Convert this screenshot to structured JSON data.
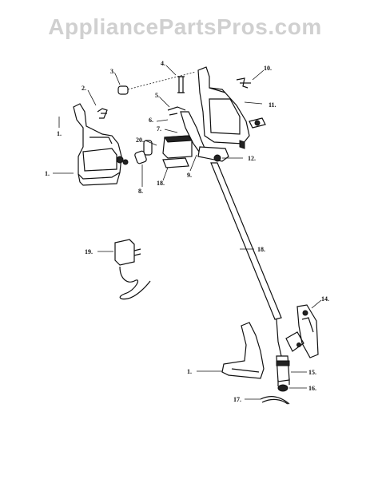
{
  "watermark": "AppliancePartsPros.com",
  "callouts": {
    "c1a": "1.",
    "c1b": "1.",
    "c1c": "1.",
    "c2": "2.",
    "c3": "3.",
    "c4": "4.",
    "c5": "5.",
    "c6": "6.",
    "c7": "7.",
    "c8": "8.",
    "c9": "9.",
    "c10": "10.",
    "c11": "11.",
    "c12": "12.",
    "c14": "14.",
    "c15": "15.",
    "c16": "16.",
    "c17": "17.",
    "c18a": "18.",
    "c18b": "18.",
    "c19": "19.",
    "c20": "20."
  }
}
